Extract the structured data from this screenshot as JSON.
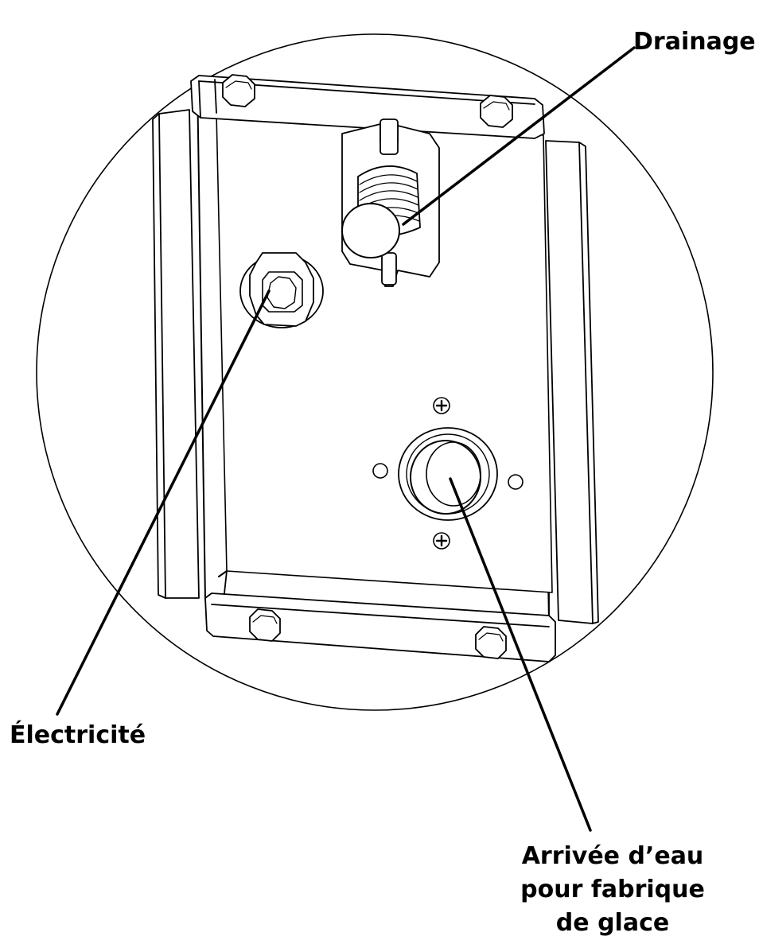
{
  "callouts": {
    "drainage": "Drainage",
    "electricite": "Électricité",
    "water_inlet": {
      "line1": "Arrivée d’eau",
      "line2": "pour fabrique",
      "line3": "de glace"
    }
  },
  "colors": {
    "stroke": "#000000",
    "background": "#ffffff",
    "panel_fill": "#ffffff"
  }
}
